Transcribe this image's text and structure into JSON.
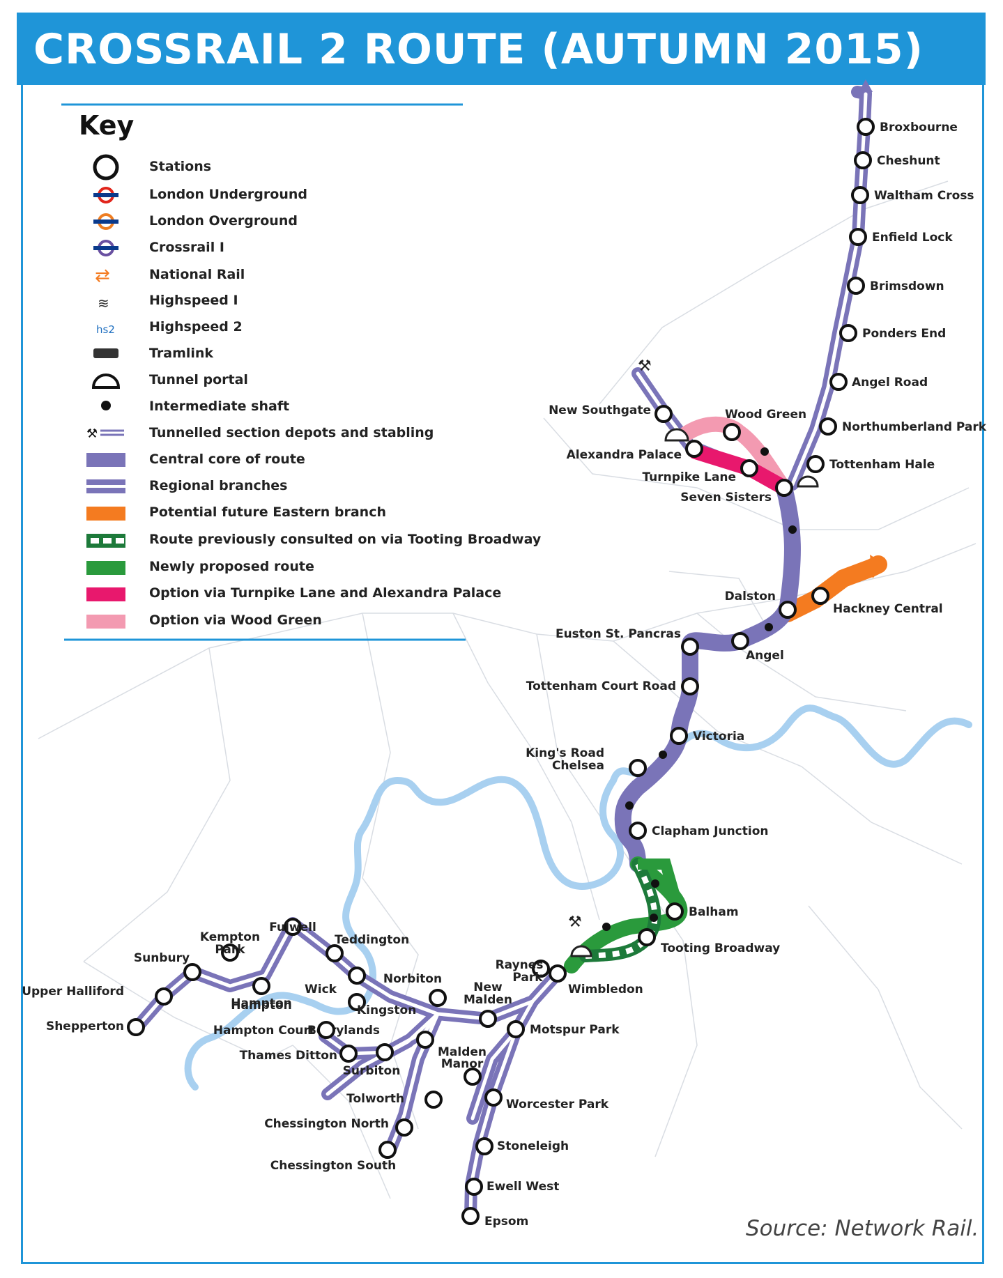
{
  "title": "CROSSRAIL 2 ROUTE (AUTUMN 2015)",
  "source": "Source: Network Rail.",
  "colors": {
    "header": "#1f95d8",
    "core": "#7a74b8",
    "branch": "#7a74b8",
    "eastern": "#f47b20",
    "green_prev": "#1d7a3a",
    "green_new": "#2a9a3c",
    "turnpike": "#e8186d",
    "wood_green": "#f39ab1",
    "river": "#a8d0f0"
  },
  "key": {
    "title": "Key",
    "items": [
      {
        "icon": "station-icon",
        "label": "Stations"
      },
      {
        "icon": "underground-roundel-icon",
        "label": "London Underground"
      },
      {
        "icon": "overground-roundel-icon",
        "label": "London Overground"
      },
      {
        "icon": "crossrail-roundel-icon",
        "label": "Crossrail I"
      },
      {
        "icon": "national-rail-icon",
        "label": "National Rail"
      },
      {
        "icon": "highspeed1-icon",
        "label": "Highspeed I"
      },
      {
        "icon": "highspeed2-icon",
        "label": "Highspeed 2"
      },
      {
        "icon": "tram-icon",
        "label": "Tramlink"
      },
      {
        "icon": "tunnel-portal-icon",
        "label": "Tunnel portal"
      },
      {
        "icon": "shaft-dot-icon",
        "label": "Intermediate shaft"
      },
      {
        "icon": "depot-icon",
        "label": "Tunnelled section depots and stabling"
      },
      {
        "icon": "core-swatch",
        "label": "Central core of route"
      },
      {
        "icon": "branch-swatch",
        "label": "Regional branches"
      },
      {
        "icon": "eastern-swatch",
        "label": "Potential future Eastern branch"
      },
      {
        "icon": "previous-route-swatch",
        "label": "Route previously consulted on via Tooting Broadway"
      },
      {
        "icon": "new-route-swatch",
        "label": "Newly proposed route"
      },
      {
        "icon": "turnpike-swatch",
        "label": "Option via Turnpike Lane and Alexandra Palace"
      },
      {
        "icon": "wood-green-swatch",
        "label": "Option via Wood Green"
      }
    ]
  },
  "stations": [
    {
      "name": "Broxbourne"
    },
    {
      "name": "Cheshunt"
    },
    {
      "name": "Waltham Cross"
    },
    {
      "name": "Enfield Lock"
    },
    {
      "name": "Brimsdown"
    },
    {
      "name": "Ponders End"
    },
    {
      "name": "Angel Road"
    },
    {
      "name": "Northumberland Park"
    },
    {
      "name": "Tottenham Hale"
    },
    {
      "name": "Seven Sisters"
    },
    {
      "name": "Turnpike Lane"
    },
    {
      "name": "Alexandra Palace"
    },
    {
      "name": "New Southgate"
    },
    {
      "name": "Wood Green"
    },
    {
      "name": "Dalston"
    },
    {
      "name": "Hackney Central"
    },
    {
      "name": "Angel"
    },
    {
      "name": "Euston St. Pancras"
    },
    {
      "name": "Tottenham Court Road"
    },
    {
      "name": "Victoria"
    },
    {
      "name": "King's Road"
    },
    {
      "name": "Chelsea"
    },
    {
      "name": "Clapham Junction"
    },
    {
      "name": "Balham"
    },
    {
      "name": "Tooting Broadway"
    },
    {
      "name": "Wimbledon"
    },
    {
      "name": "Raynes"
    },
    {
      "name": "Park"
    },
    {
      "name": "Motspur Park"
    },
    {
      "name": "New"
    },
    {
      "name": "Malden"
    },
    {
      "name": "Malden"
    },
    {
      "name": "Manor"
    },
    {
      "name": "Worcester Park"
    },
    {
      "name": "Stoneleigh"
    },
    {
      "name": "Ewell West"
    },
    {
      "name": "Epsom"
    },
    {
      "name": "Norbiton"
    },
    {
      "name": "Kingston"
    },
    {
      "name": "Berrylands"
    },
    {
      "name": "Surbiton"
    },
    {
      "name": "Tolworth"
    },
    {
      "name": "Chessington North"
    },
    {
      "name": "Chessington South"
    },
    {
      "name": "Hampton Court"
    },
    {
      "name": "Thames Ditton"
    },
    {
      "name": "Teddington"
    },
    {
      "name": "Hampton"
    },
    {
      "name": "Wick"
    },
    {
      "name": "Fulwell"
    },
    {
      "name": "Hampton"
    },
    {
      "name": "Kempton"
    },
    {
      "name": "Park"
    },
    {
      "name": "Sunbury"
    },
    {
      "name": "Upper Halliford"
    },
    {
      "name": "Shepperton"
    }
  ]
}
